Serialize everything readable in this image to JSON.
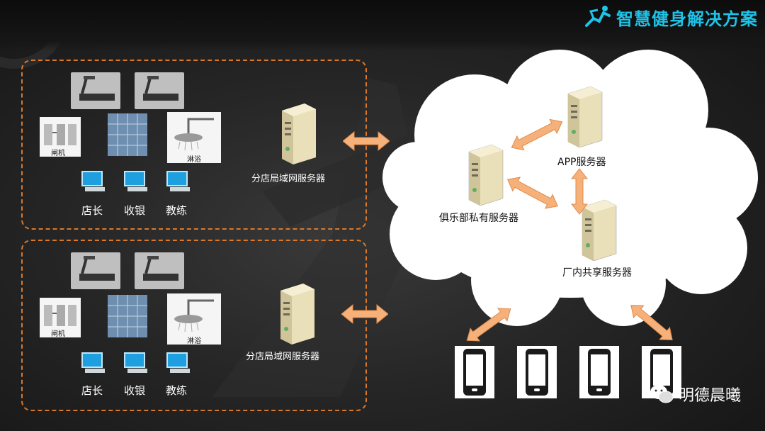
{
  "header": {
    "title": "智慧健身解决方案"
  },
  "stores": [
    {
      "gate_label": "闸机",
      "shower_label": "淋浴",
      "roles": [
        "店长",
        "收银",
        "教练"
      ],
      "server_label": "分店局域网服务器"
    },
    {
      "gate_label": "闸机",
      "shower_label": "淋浴",
      "roles": [
        "店长",
        "收银",
        "教练"
      ],
      "server_label": "分店局域网服务器"
    }
  ],
  "cloud": {
    "private_server": "俱乐部私有服务器",
    "app_server": "APP服务器",
    "shared_server": "厂内共享服务器"
  },
  "watermark": {
    "text": "明德晨曦"
  },
  "colors": {
    "accent": "#1ec3e8",
    "dash": "#d9782a",
    "arrow": "#f6b07a"
  }
}
